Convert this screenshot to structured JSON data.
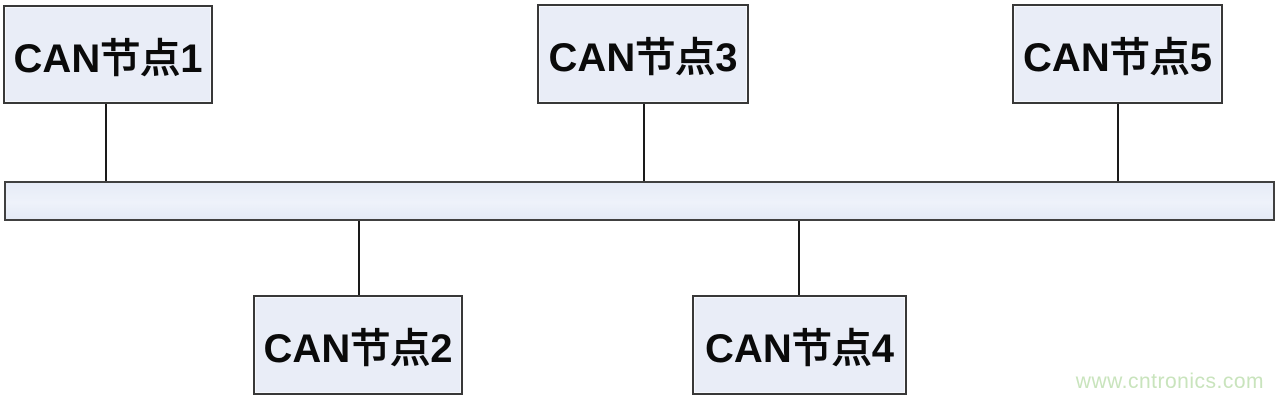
{
  "diagram": {
    "type": "bus-topology",
    "description": "CAN bus network topology with five nodes attached to one shared bus bar",
    "nodes": [
      {
        "id": "node1",
        "label": "CAN节点1",
        "row": "top",
        "connected_to": "bus"
      },
      {
        "id": "node2",
        "label": "CAN节点2",
        "row": "bottom",
        "connected_to": "bus"
      },
      {
        "id": "node3",
        "label": "CAN节点3",
        "row": "top",
        "connected_to": "bus"
      },
      {
        "id": "node4",
        "label": "CAN节点4",
        "row": "bottom",
        "connected_to": "bus"
      },
      {
        "id": "node5",
        "label": "CAN节点5",
        "row": "top",
        "connected_to": "bus"
      }
    ],
    "bus": {
      "label": ""
    },
    "colors": {
      "node_fill": "#e9edf7",
      "node_border": "#383838",
      "bus_fill": "#e8edf8",
      "bus_border": "#404040",
      "connector_line": "#1a1a1a",
      "label_text": "#0a0a0a",
      "watermark_text": "#c9e4bd"
    }
  },
  "watermark": {
    "text": "www.cntronics.com"
  }
}
